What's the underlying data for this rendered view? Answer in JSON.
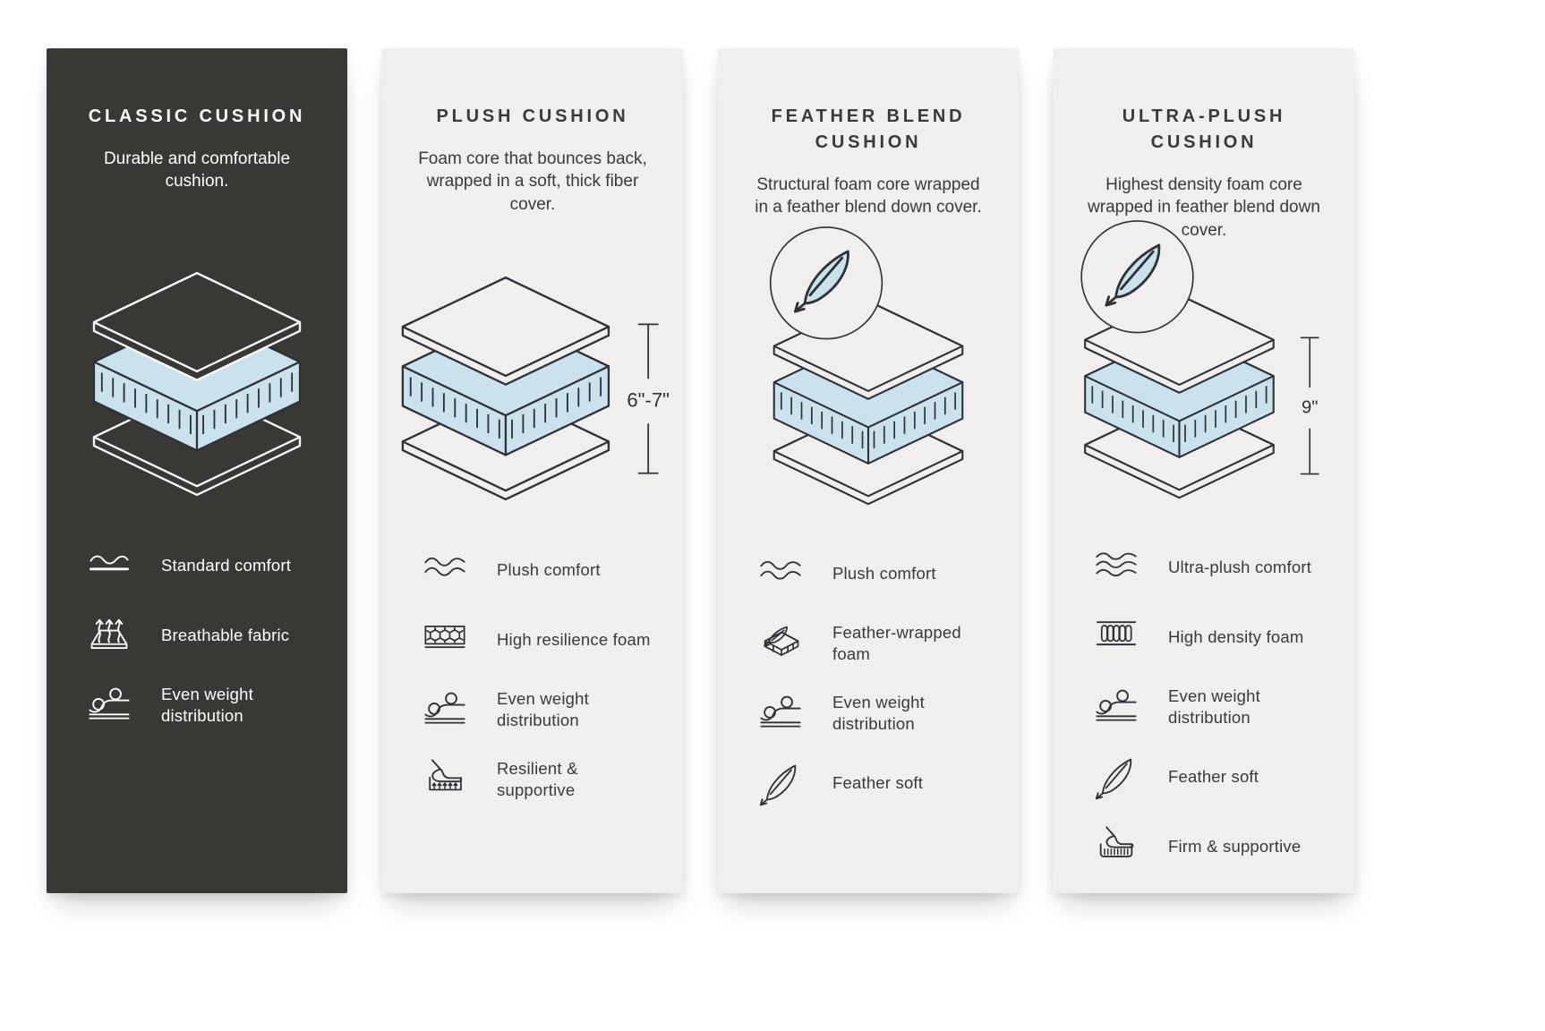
{
  "colors": {
    "foam_blue": "#c9e2ec",
    "dark_card_bg": "#3a3835",
    "light_card_bg": "#f0efed",
    "ink": "#2e3138",
    "light_text": "#ffffff",
    "dark_text": "#3a3a38"
  },
  "cards": [
    {
      "id": "classic",
      "theme": "dark",
      "title": "CLASSIC CUSHION",
      "description": "Durable and comfortable cushion.",
      "diagram": {
        "badge": "none",
        "dimension": ""
      },
      "features": [
        {
          "icon": "wave-single-icon",
          "label": "Standard comfort"
        },
        {
          "icon": "breathable-icon",
          "label": "Breathable fabric"
        },
        {
          "icon": "weight-distribution-icon",
          "label": "Even weight distribution"
        }
      ]
    },
    {
      "id": "plush",
      "theme": "light",
      "title": "PLUSH CUSHION",
      "description": "Foam core that bounces back, wrapped in a soft, thick fiber cover.",
      "diagram": {
        "badge": "none",
        "dimension": "6\"-7\""
      },
      "features": [
        {
          "icon": "wave-double-icon",
          "label": "Plush comfort"
        },
        {
          "icon": "honeycomb-foam-icon",
          "label": "High resilience foam"
        },
        {
          "icon": "weight-distribution-icon",
          "label": "Even weight distribution"
        },
        {
          "icon": "resilient-supportive-icon",
          "label": "Resilient & supportive"
        }
      ]
    },
    {
      "id": "feather-blend",
      "theme": "light",
      "title": "FEATHER BLEND CUSHION",
      "description": "Structural foam core wrapped in a feather blend down cover.",
      "diagram": {
        "badge": "feather",
        "dimension": ""
      },
      "features": [
        {
          "icon": "wave-double-icon",
          "label": "Plush comfort"
        },
        {
          "icon": "feather-wrapped-foam-icon",
          "label": "Feather-wrapped foam"
        },
        {
          "icon": "weight-distribution-icon",
          "label": "Even weight distribution"
        },
        {
          "icon": "feather-icon",
          "label": "Feather soft"
        }
      ]
    },
    {
      "id": "ultra-plush",
      "theme": "light",
      "title": "ULTRA-PLUSH CUSHION",
      "description": "Highest density foam core wrapped in feather blend down cover.",
      "diagram": {
        "badge": "feather",
        "dimension": "9\""
      },
      "features": [
        {
          "icon": "wave-triple-icon",
          "label": "Ultra-plush comfort"
        },
        {
          "icon": "high-density-foam-icon",
          "label": "High density foam"
        },
        {
          "icon": "weight-distribution-icon",
          "label": "Even weight distribution"
        },
        {
          "icon": "feather-icon",
          "label": "Feather soft"
        },
        {
          "icon": "firm-supportive-icon",
          "label": "Firm & supportive"
        }
      ]
    }
  ]
}
